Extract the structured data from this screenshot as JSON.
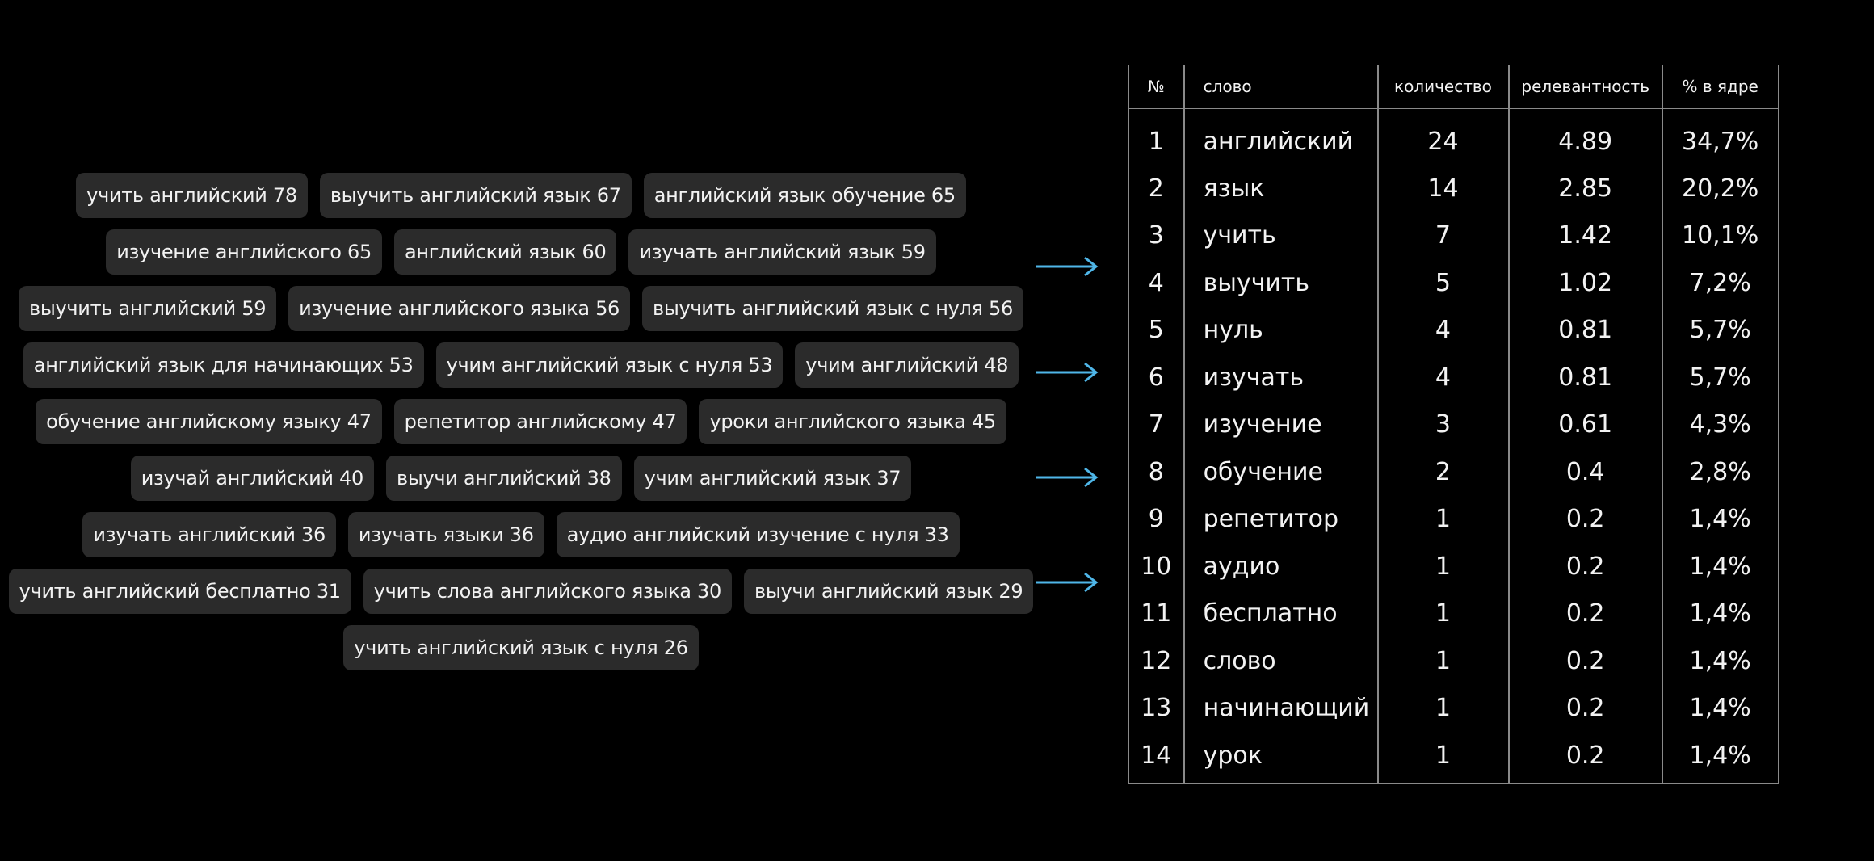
{
  "keyword_rows": [
    [
      "учить английский 78",
      "выучить английский язык 67",
      "английский язык обучение 65"
    ],
    [
      "изучение английского 65",
      "английский язык 60",
      "изучать английский язык 59"
    ],
    [
      "выучить английский 59",
      "изучение английского языка 56",
      "выучить английский язык с нуля 56"
    ],
    [
      "английский язык для начинающих 53",
      "учим английский язык с нуля 53",
      "учим английский 48"
    ],
    [
      "обучение английскому языку 47",
      "репетитор английскому 47",
      "уроки английского языка 45"
    ],
    [
      "изучай английский 40",
      "выучи английский 38",
      "учим английский язык 37"
    ],
    [
      "изучать английский 36",
      "изучать языки 36",
      "аудио английский изучение с нуля 33"
    ],
    [
      "учить английский бесплатно 31",
      "учить слова английского языка 30",
      "выучи английский язык 29"
    ],
    [
      "учить английский язык с нуля 26"
    ]
  ],
  "arrow_color": "#4fb6e8",
  "table": {
    "headers": {
      "num": "№",
      "word": "слово",
      "count": "количество",
      "relevance": "релевантность",
      "percent": "% в ядре"
    },
    "rows": [
      {
        "num": "1",
        "word": "английский",
        "count": "24",
        "relevance": "4.89",
        "percent": "34,7%"
      },
      {
        "num": "2",
        "word": "язык",
        "count": "14",
        "relevance": "2.85",
        "percent": "20,2%"
      },
      {
        "num": "3",
        "word": "учить",
        "count": "7",
        "relevance": "1.42",
        "percent": "10,1%"
      },
      {
        "num": "4",
        "word": "выучить",
        "count": "5",
        "relevance": "1.02",
        "percent": "7,2%"
      },
      {
        "num": "5",
        "word": "нуль",
        "count": "4",
        "relevance": "0.81",
        "percent": "5,7%"
      },
      {
        "num": "6",
        "word": "изучать",
        "count": "4",
        "relevance": "0.81",
        "percent": "5,7%"
      },
      {
        "num": "7",
        "word": "изучение",
        "count": "3",
        "relevance": "0.61",
        "percent": "4,3%"
      },
      {
        "num": "8",
        "word": "обучение",
        "count": "2",
        "relevance": "0.4",
        "percent": "2,8%"
      },
      {
        "num": "9",
        "word": "репетитор",
        "count": "1",
        "relevance": "0.2",
        "percent": "1,4%"
      },
      {
        "num": "10",
        "word": "аудио",
        "count": "1",
        "relevance": "0.2",
        "percent": "1,4%"
      },
      {
        "num": "11",
        "word": "бесплатно",
        "count": "1",
        "relevance": "0.2",
        "percent": "1,4%"
      },
      {
        "num": "12",
        "word": "слово",
        "count": "1",
        "relevance": "0.2",
        "percent": "1,4%"
      },
      {
        "num": "13",
        "word": "начинающий",
        "count": "1",
        "relevance": "0.2",
        "percent": "1,4%"
      },
      {
        "num": "14",
        "word": "урок",
        "count": "1",
        "relevance": "0.2",
        "percent": "1,4%"
      }
    ]
  }
}
